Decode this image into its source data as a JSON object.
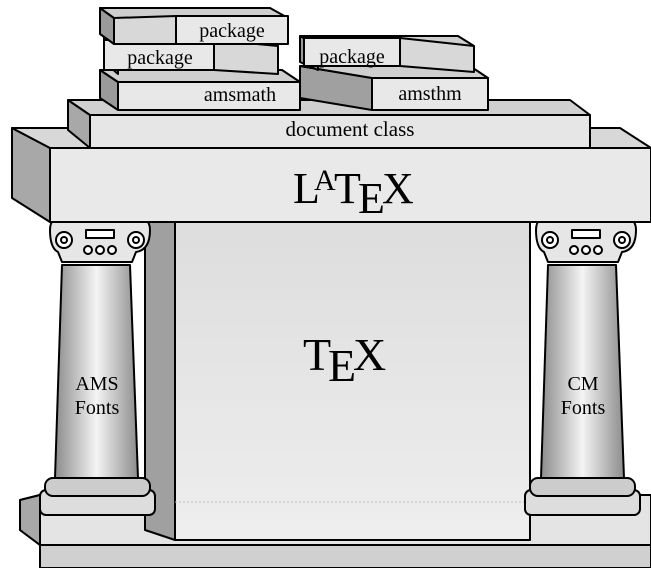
{
  "books": {
    "stack_left": [
      "package",
      "package",
      "amsmath"
    ],
    "stack_right": [
      "package",
      "amsthm"
    ]
  },
  "document_class": "document class",
  "latex": {
    "parts": [
      "L",
      "A",
      "T",
      "E",
      "X"
    ]
  },
  "tex": {
    "parts": [
      "T",
      "E",
      "X"
    ]
  },
  "pillars": {
    "left": [
      "AMS",
      "Fonts"
    ],
    "right": [
      "CM",
      "Fonts"
    ]
  }
}
